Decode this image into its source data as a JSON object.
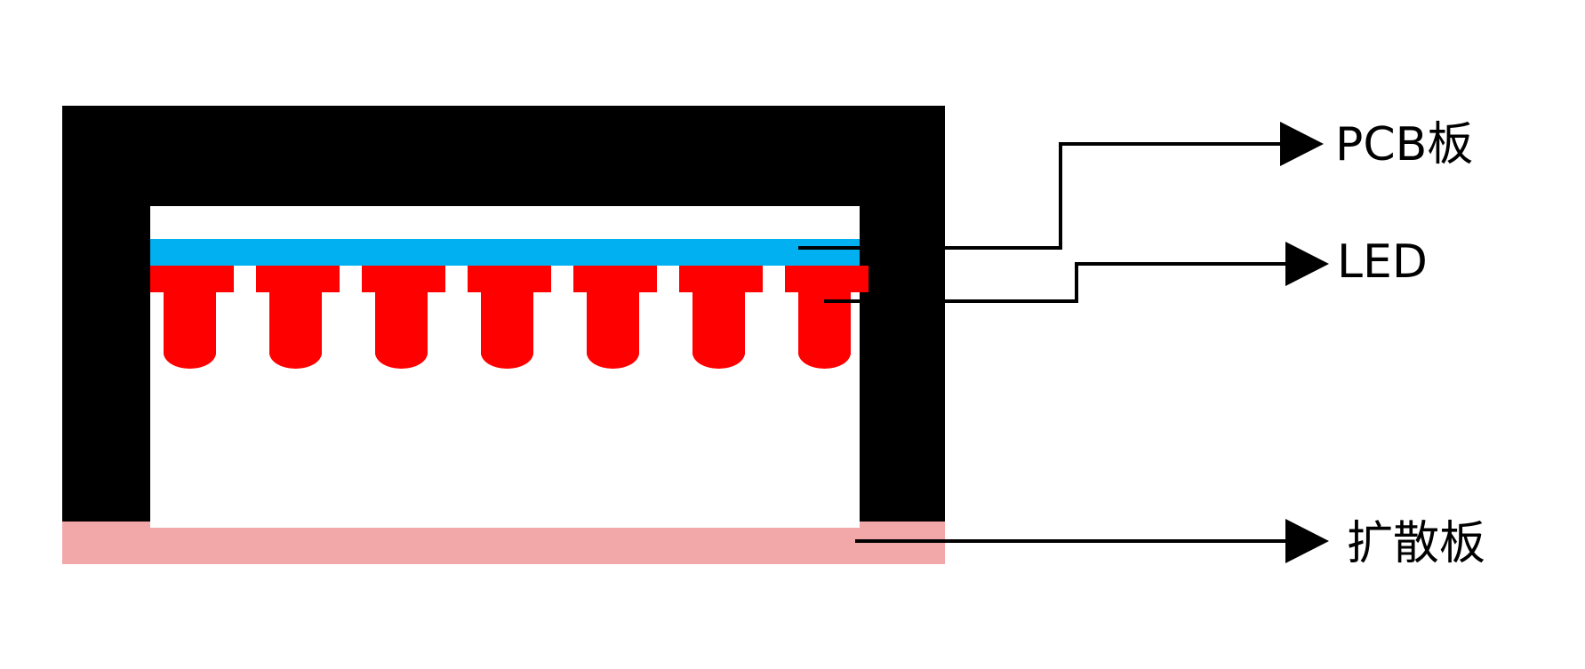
{
  "labels": {
    "pcb": "PCB板",
    "led": "LED",
    "diffuser": "扩散板"
  },
  "colors": {
    "housing": "#000000",
    "pcb": "#00b0f0",
    "led": "#ff0000",
    "diffuser": "#f2a7a9",
    "leader_line": "#000000"
  },
  "led_count": 7
}
